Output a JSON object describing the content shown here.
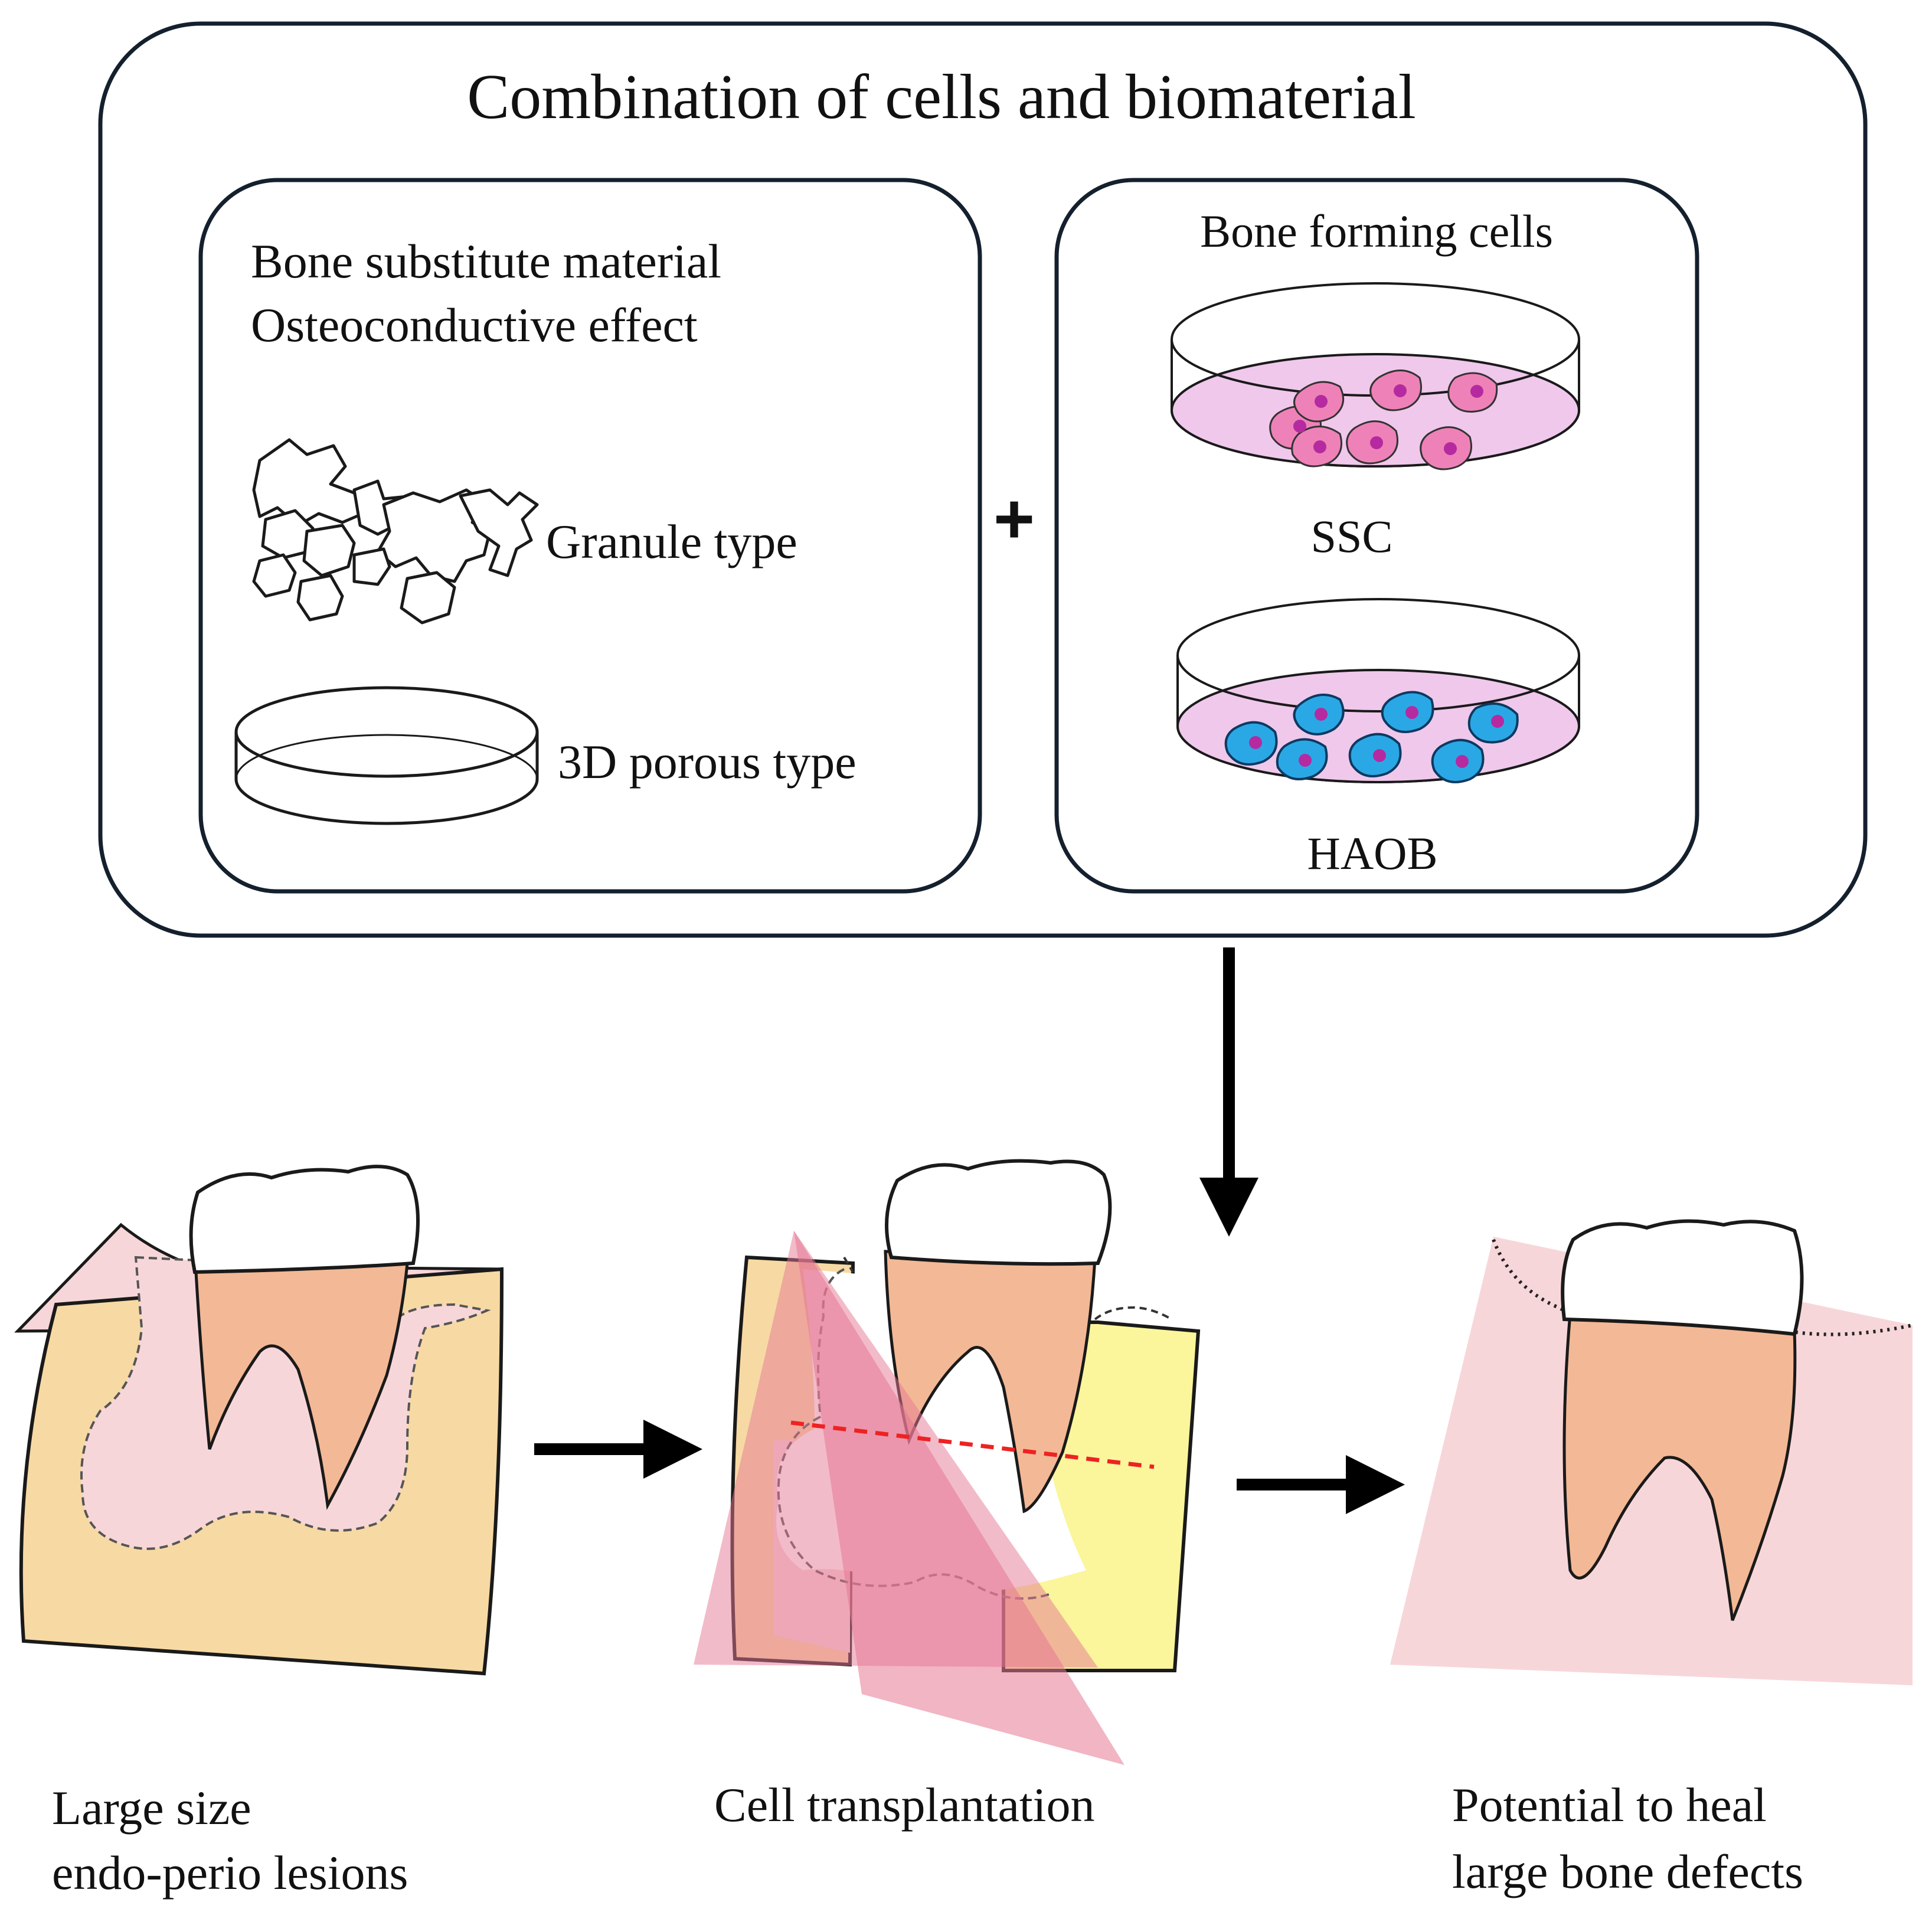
{
  "title": "Combination of cells and biomaterial",
  "material_panel": {
    "line1": "Bone substitute material",
    "line2": "Osteoconductive effect",
    "granule_label": "Granule type",
    "porous_label": "3D porous type"
  },
  "plus_sign": "+",
  "cells_panel": {
    "heading": "Bone forming cells",
    "dish1_label": "SSC",
    "dish2_label": "HAOB"
  },
  "stages": {
    "stage1_line1": "Large size",
    "stage1_line2": "endo-perio lesions",
    "stage2_line1": "Cell transplantation",
    "stage3_line1": "Potential to heal",
    "stage3_line2": "large bone defects"
  },
  "colors": {
    "outline": "#15202e",
    "bone": "#f7d9a4",
    "bone_new": "#fbf59c",
    "gingiva": "#f7d6d9",
    "root": "#f3b896",
    "dish_medium": "#f0c8ec",
    "ssc_cell": "#ee82b8",
    "haob_cell": "#2aa8e6",
    "nucleus": "#b52aa0",
    "scaffold": "#e57894",
    "cut_line": "#ee2222"
  }
}
